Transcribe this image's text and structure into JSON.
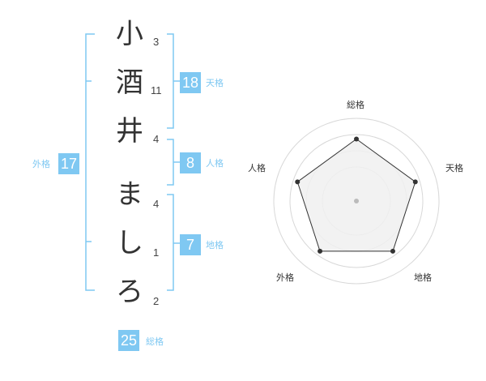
{
  "name_chars": [
    {
      "char": "小",
      "strokes": "3"
    },
    {
      "char": "酒",
      "strokes": "11"
    },
    {
      "char": "井",
      "strokes": "4"
    },
    {
      "char": "ま",
      "strokes": "4"
    },
    {
      "char": "し",
      "strokes": "1"
    },
    {
      "char": "ろ",
      "strokes": "2"
    }
  ],
  "scores": {
    "tenkaku": {
      "value": "18",
      "label": "天格"
    },
    "jinkaku": {
      "value": "8",
      "label": "人格"
    },
    "chikaku": {
      "value": "7",
      "label": "地格"
    },
    "gaikaku": {
      "value": "17",
      "label": "外格"
    },
    "soukaku": {
      "value": "25",
      "label": "総格"
    }
  },
  "radar": {
    "axes": [
      "総格",
      "天格",
      "地格",
      "外格",
      "人格"
    ],
    "levels": [
      0.75,
      0.75,
      0.75,
      0.75,
      0.75
    ],
    "rings": 4
  },
  "colors": {
    "accent": "#7fc8f2",
    "bracket": "#7fc8f2",
    "radar_fill": "#f0f0f0",
    "ring": "#d8d8d8"
  }
}
